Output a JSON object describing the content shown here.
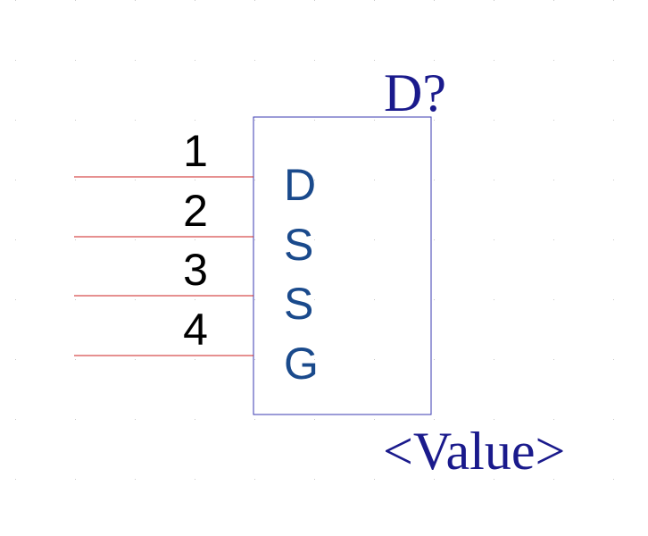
{
  "component": {
    "designator": "D?",
    "value": "<Value>",
    "pins": [
      {
        "number": "1",
        "name": "D"
      },
      {
        "number": "2",
        "name": "S"
      },
      {
        "number": "3",
        "name": "S"
      },
      {
        "number": "4",
        "name": "G"
      }
    ]
  },
  "colors": {
    "pin_line": "#cc2020",
    "body_outline": "#3a3ab0",
    "pin_name": "#1a4a8c",
    "label": "#1a1a8c",
    "grid_dot": "#c8c8c8"
  }
}
